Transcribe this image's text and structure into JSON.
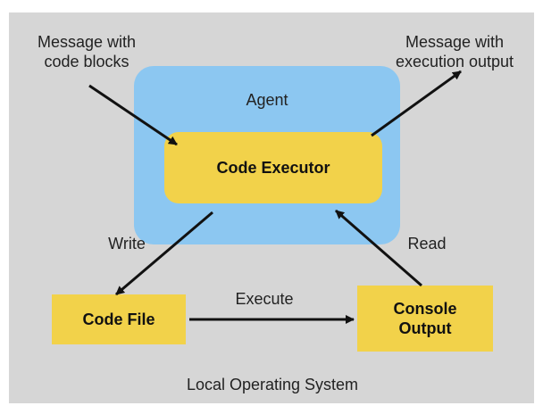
{
  "diagram": {
    "outer_label": "Local Operating System",
    "agent_label": "Agent",
    "nodes": {
      "code_executor": "Code Executor",
      "code_file": "Code File",
      "console_output": "Console\nOutput"
    },
    "edges": {
      "message_in": "Message with\ncode blocks",
      "message_out": "Message with\nexecution output",
      "write": "Write",
      "execute": "Execute",
      "read": "Read"
    },
    "colors": {
      "background": "#d6d6d6",
      "agent": "#8cc7f1",
      "node": "#f2d24a",
      "arrow": "#111111"
    }
  }
}
